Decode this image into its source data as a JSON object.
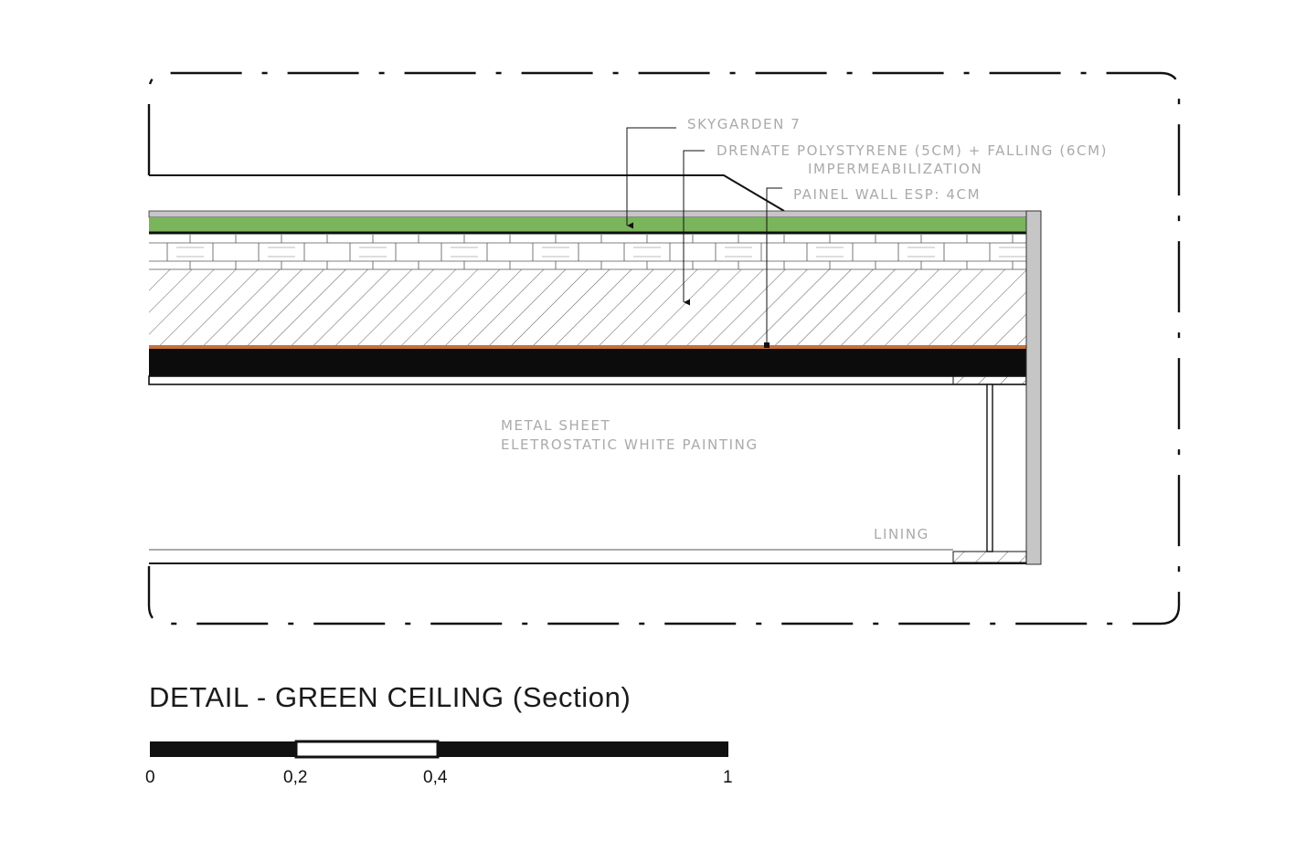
{
  "drawing": {
    "title": "DETAIL - GREEN CEILING (Section)",
    "labels": {
      "skygarden": "SKYGARDEN 7",
      "drenate": "DRENATE POLYSTYRENE (5CM) + FALLING (6CM)",
      "impermeabilization": "IMPERMEABILIZATION",
      "painel_wall": "PAINEL WALL ESP: 4CM",
      "metal_sheet": "METAL SHEET",
      "eletrostatic": "ELETROSTATIC WHITE PAINTING",
      "lining": "LINING"
    },
    "colors": {
      "green_layer": "#7ab55c",
      "orange_layer": "#c8703a",
      "grey_layer": "#c6c6c6",
      "label_text": "#aaaaaa",
      "line": "#111111"
    }
  },
  "scale_bar": {
    "ticks": [
      "0",
      "0,2",
      "0,4",
      "1"
    ],
    "segments": [
      "black",
      "white",
      "black"
    ]
  }
}
